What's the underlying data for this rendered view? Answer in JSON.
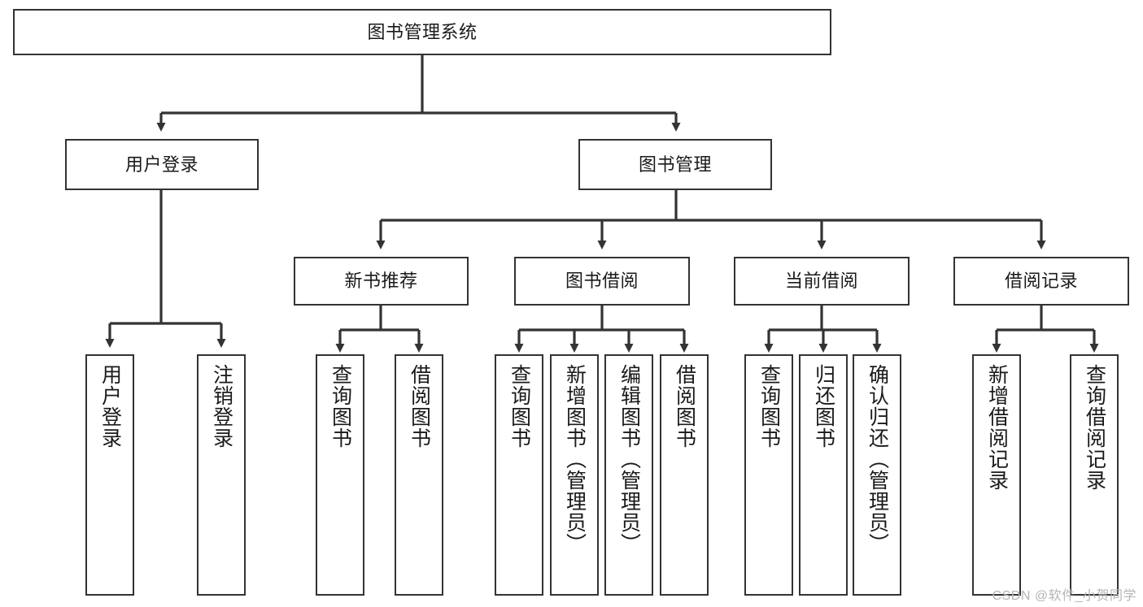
{
  "diagram": {
    "type": "tree",
    "title": "图书管理系统",
    "watermark": "CSDN @软件_小贺同学",
    "colors": {
      "background": "#ffffff",
      "box_border": "#333333",
      "box_fill": "#ffffff",
      "edge": "#333333",
      "text": "#1a1a1a",
      "watermark": "#b5b5b5"
    },
    "nodes": {
      "root": {
        "label": "图书管理系统"
      },
      "level2": [
        {
          "label": "用户登录"
        },
        {
          "label": "图书管理"
        }
      ],
      "level3": [
        {
          "label": "新书推荐"
        },
        {
          "label": "图书借阅"
        },
        {
          "label": "当前借阅"
        },
        {
          "label": "借阅记录"
        }
      ],
      "leaves_user_login": [
        {
          "label": "用户登录"
        },
        {
          "label": "注销登录"
        }
      ],
      "leaves_new_book": [
        {
          "label": "查询图书"
        },
        {
          "label": "借阅图书"
        }
      ],
      "leaves_borrow": [
        {
          "label": "查询图书"
        },
        {
          "label": "新增图书（管理员）"
        },
        {
          "label": "编辑图书（管理员）"
        },
        {
          "label": "借阅图书"
        }
      ],
      "leaves_current": [
        {
          "label": "查询图书"
        },
        {
          "label": "归还图书"
        },
        {
          "label": "确认归还（管理员）"
        }
      ],
      "leaves_records": [
        {
          "label": "新增借阅记录"
        },
        {
          "label": "查询借阅记录"
        }
      ]
    }
  }
}
